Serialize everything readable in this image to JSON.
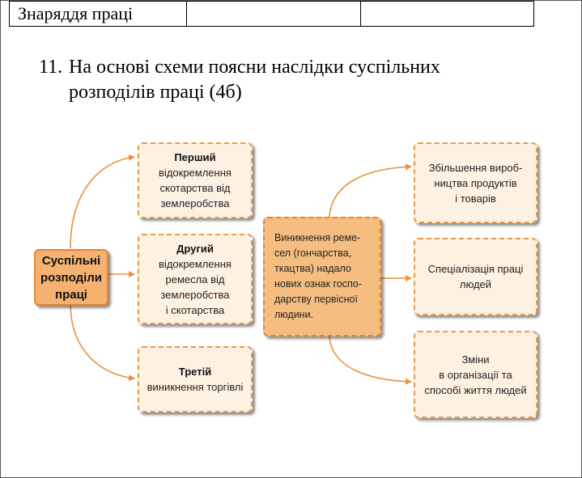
{
  "table": {
    "row_label": "Знаряддя праці",
    "cells": [
      "",
      ""
    ]
  },
  "question": {
    "number": "11.",
    "line1": "На основі схеми поясни наслідки суспільних",
    "line2": "розподілів праці (4б)"
  },
  "diagram": {
    "root": {
      "line1": "Суспільні",
      "line2": "розподіли",
      "line3": "праці"
    },
    "divisions": [
      {
        "title": "Перший",
        "lines": [
          "відокремлення",
          "скотарства від",
          "землеробства"
        ]
      },
      {
        "title": "Другий",
        "lines": [
          "відокремлення",
          "ремесла від",
          "землеробства",
          "і скотарства"
        ]
      },
      {
        "title": "Третій",
        "lines": [
          "виникнення торгівлі"
        ]
      }
    ],
    "center": {
      "lines": [
        "Виникнення реме-",
        "сел (гончарства,",
        "ткацтва) надало",
        "нових ознак госпо-",
        "дарству первісної",
        "людини."
      ]
    },
    "results": [
      {
        "lines": [
          "Збільшення вироб-",
          "ництва продуктів",
          "і товарів"
        ]
      },
      {
        "lines": [
          "Спеціалізація праці",
          "людей"
        ]
      },
      {
        "lines": [
          "Зміни",
          "в організації та",
          "способі життя людей"
        ]
      }
    ],
    "colors": {
      "arrow": "#e8913c",
      "box_border": "#eb9a4a",
      "box_fill": "#fdf1e2",
      "center_fill": "#f5bd80",
      "root_fill": "#f5b170"
    }
  }
}
